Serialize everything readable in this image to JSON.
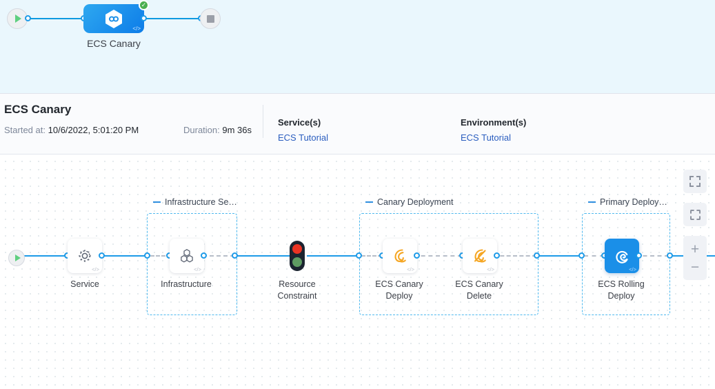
{
  "top_graph": {
    "start_icon": "play-icon",
    "end_icon": "stop-icon",
    "node_label": "ECS Canary",
    "node_icon": "harness-infinity-hexagon-icon",
    "node_code_badge": "</>",
    "status_icon": "check-circle-icon"
  },
  "details": {
    "title": "ECS Canary",
    "started_key": "Started at",
    "started_value": "10/6/2022, 5:01:20 PM",
    "duration_key": "Duration",
    "duration_value": "9m 36s",
    "services_header": "Service(s)",
    "services_value": "ECS Tutorial",
    "environments_header": "Environment(s)",
    "environments_value": "ECS Tutorial"
  },
  "canvas": {
    "start_icon": "play-icon",
    "groups": [
      {
        "label": "Infrastructure Se…"
      },
      {
        "label": "Canary Deployment"
      },
      {
        "label": "Primary Deploy…"
      }
    ],
    "nodes": [
      {
        "label": "Service",
        "icon": "gear-icon",
        "status": "success",
        "code_badge": "</>",
        "selected": false
      },
      {
        "label": "Infrastructure",
        "icon": "hexagon-cluster-icon",
        "status": "success",
        "code_badge": "</>",
        "selected": false
      },
      {
        "label": "Resource\nConstraint",
        "icon": "traffic-light-icon",
        "status": "none",
        "code_badge": "",
        "selected": false
      },
      {
        "label": "ECS Canary\nDeploy",
        "icon": "canary-bird-icon",
        "status": "success",
        "code_badge": "</>",
        "selected": false
      },
      {
        "label": "ECS Canary\nDelete",
        "icon": "canary-bird-delete-icon",
        "status": "success",
        "code_badge": "</>",
        "selected": false
      },
      {
        "label": "ECS Rolling\nDeploy",
        "icon": "ecs-rolling-icon",
        "status": "success",
        "code_badge": "</>",
        "selected": true
      }
    ],
    "node_labels": {
      "service": "Service",
      "infrastructure": "Infrastructure",
      "resource_constraint_l1": "Resource",
      "resource_constraint_l2": "Constraint",
      "canary_deploy_l1": "ECS Canary",
      "canary_deploy_l2": "Deploy",
      "canary_delete_l1": "ECS Canary",
      "canary_delete_l2": "Delete",
      "rolling_deploy_l1": "ECS Rolling",
      "rolling_deploy_l2": "Deploy"
    },
    "controls": {
      "fullscreen": "fullscreen-icon",
      "select_box": "select-box-icon",
      "zoom_in": "+",
      "zoom_out": "−"
    }
  },
  "colors": {
    "accent_blue": "#1c9ae8",
    "node_selected": "#1a8fe8",
    "success_green": "#4caf50",
    "link_blue": "#2a5dbf",
    "group_border": "#4db8ee",
    "canary_orange": "#f5a623",
    "top_strip_bg": "#eaf7fd"
  }
}
